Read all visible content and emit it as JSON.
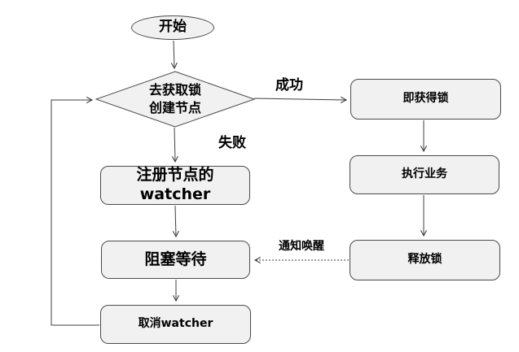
{
  "diagram": {
    "background_color": "#ffffff",
    "node_fill_color": "#f1f1f1",
    "node_border_color": "#4a4a4a",
    "line_color": "#3f3f3f",
    "nodes": {
      "start": {
        "label": "开始",
        "shape": "ellipse"
      },
      "decision": {
        "label": "去获取锁\n创建节点",
        "shape": "diamond"
      },
      "register_watcher": {
        "label": "注册节点的\nwatcher",
        "shape": "rounded-rect"
      },
      "block_wait": {
        "label": "阻塞等待",
        "shape": "rounded-rect"
      },
      "cancel_watcher": {
        "label": "取消watcher",
        "shape": "rounded-rect"
      },
      "acquired_lock": {
        "label": "即获得锁",
        "shape": "rounded-rect"
      },
      "execute_business": {
        "label": "执行业务",
        "shape": "rounded-rect"
      },
      "release_lock": {
        "label": "释放锁",
        "shape": "rounded-rect"
      }
    },
    "edge_labels": {
      "success": "成功",
      "failure": "失败",
      "notify_wake": "通知唤醒"
    }
  }
}
